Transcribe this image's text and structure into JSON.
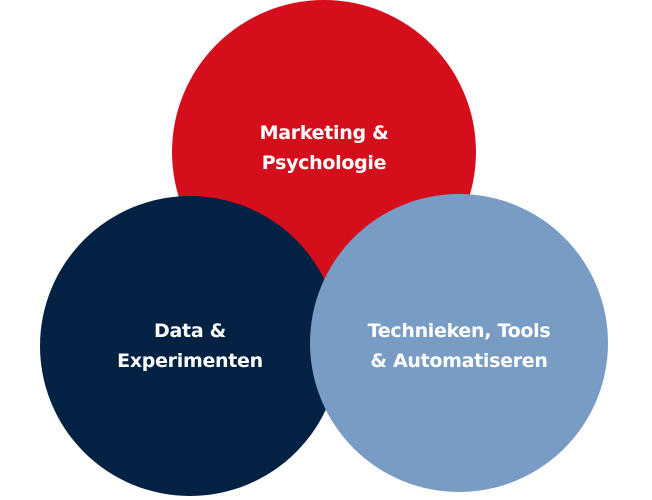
{
  "colors": {
    "top": "#d50e1b",
    "left": "#032142",
    "right": "#789cc3",
    "text": "#ffffff"
  },
  "circles": {
    "top": {
      "line1": "Marketing &",
      "line2": "Psychologie"
    },
    "left": {
      "line1": "Data &",
      "line2": "Experimenten"
    },
    "right": {
      "line1": "Technieken, Tools",
      "line2": "& Automatiseren"
    }
  }
}
